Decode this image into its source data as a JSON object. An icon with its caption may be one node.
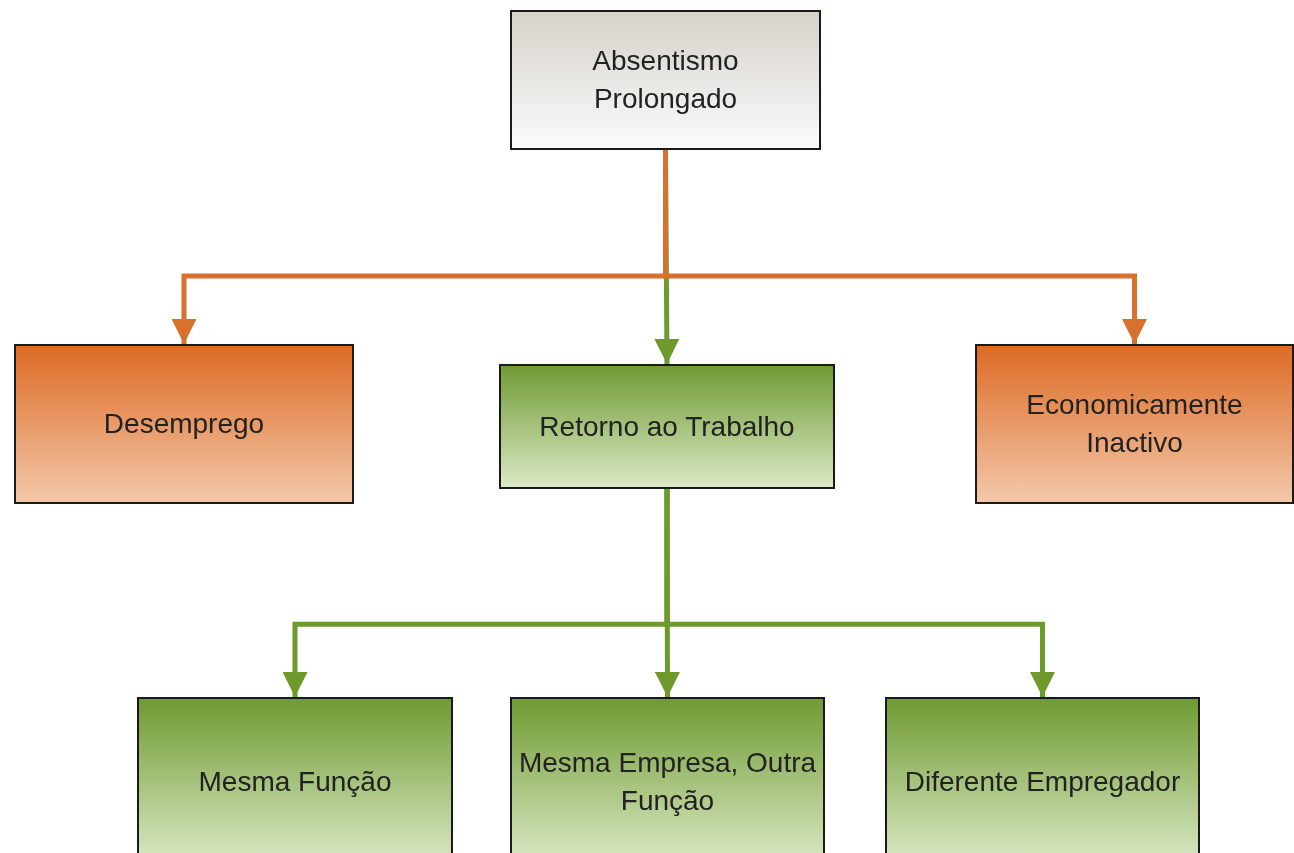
{
  "diagram": {
    "nodes": [
      {
        "text": [
          "Absentismo Prolongado"
        ]
      },
      {
        "text": [
          "Desemprego"
        ]
      },
      {
        "text": [
          "Retorno ao Trabalho"
        ]
      },
      {
        "text": [
          "Economicamente Inactivo"
        ]
      },
      {
        "text": [
          "Mesma Função"
        ]
      },
      {
        "text": [
          "Mesma Empresa, Outra Função"
        ]
      },
      {
        "text": [
          "Diferente Empregador"
        ]
      }
    ],
    "edges": [
      {
        "from": 0,
        "to": 1,
        "arrow": "to",
        "color": "#d8702e"
      },
      {
        "from": 0,
        "to": 2,
        "arrow": "to"
      },
      {
        "from": 0,
        "to": 3,
        "arrow": "to",
        "color": "#d8702e"
      },
      {
        "from": 2,
        "to": 4,
        "arrow": "to"
      },
      {
        "from": 2,
        "to": 5,
        "arrow": "to"
      },
      {
        "from": 2,
        "to": 6,
        "arrow": "to"
      }
    ]
  }
}
